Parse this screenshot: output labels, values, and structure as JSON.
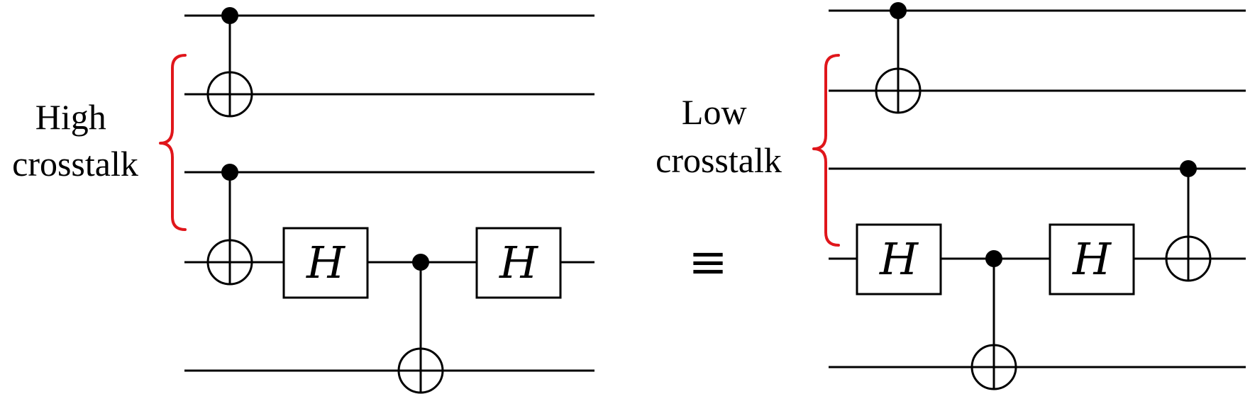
{
  "circuits": [
    {
      "id": "high",
      "label_lines": [
        "High",
        "crosstalk"
      ],
      "gates": [
        {
          "type": "cnot",
          "control": 0,
          "target": 1
        },
        {
          "type": "cnot",
          "control": 2,
          "target": 3
        },
        {
          "type": "h",
          "qubit": 3,
          "label": "H"
        },
        {
          "type": "cnot",
          "control": 3,
          "target": 4
        },
        {
          "type": "h",
          "qubit": 3,
          "label": "H"
        }
      ]
    },
    {
      "id": "low",
      "label_lines": [
        "Low",
        "crosstalk"
      ],
      "gates": [
        {
          "type": "cnot",
          "control": 0,
          "target": 1
        },
        {
          "type": "h",
          "qubit": 3,
          "label": "H"
        },
        {
          "type": "cnot",
          "control": 3,
          "target": 4
        },
        {
          "type": "h",
          "qubit": 3,
          "label": "H"
        },
        {
          "type": "cnot",
          "control": 2,
          "target": 3
        }
      ]
    }
  ],
  "equivalence_symbol": "≡",
  "colors": {
    "brace": "#e0161b",
    "line": "#000000",
    "background": "#ffffff"
  }
}
